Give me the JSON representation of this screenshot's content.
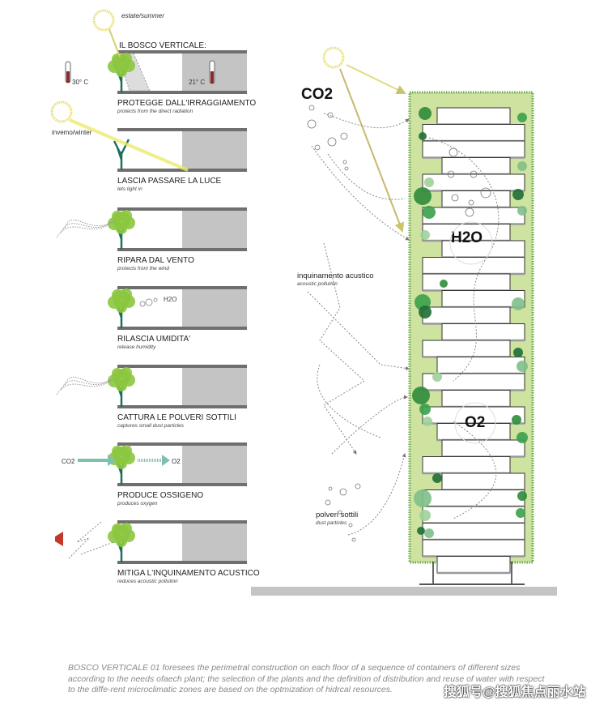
{
  "header": {
    "season_summer": "estate/summer",
    "title": "IL BOSCO VERTICALE:",
    "season_winter": "invemo/winter"
  },
  "temps": {
    "outside": "30° C",
    "inside": "21° C"
  },
  "panels": [
    {
      "title": "PROTEGGE DALL'IRRAGGIAMENTO",
      "subtitle": "protects from the direct radiation"
    },
    {
      "title": "LASCIA PASSARE LA LUCE",
      "subtitle": "lets light in"
    },
    {
      "title": "RIPARA  DAL VENTO",
      "subtitle": "protects from the wind"
    },
    {
      "title": "RILASCIA UMIDITA'",
      "subtitle": "release humidity",
      "tag": "H2O"
    },
    {
      "title": "CATTURA LE POLVERI SOTTILI",
      "subtitle": "captures small dust particles"
    },
    {
      "title": "PRODUCE OSSIGENO",
      "subtitle": "produces oxygen",
      "in": "CO2",
      "out": "O2"
    },
    {
      "title": "MITIGA L'INQUINAMENTO ACUSTICO",
      "subtitle": "reduces acoustic pollution"
    }
  ],
  "building": {
    "co2": "CO2",
    "h2o": "H2O",
    "o2": "O2",
    "acoustic": "inquinamento acustico",
    "acoustic_sub": "acoustic pollution",
    "dust": "polveri sottili",
    "dust_sub": "dust particles"
  },
  "caption": "BOSCO VERTICALE 01 foresees the perimetral construction on each floor of a sequence of containers of different sizes according to the needs ofaech plant;  the selection of the plants and the definition of distribution and reuse of water with respect to the diffe-rent microclimatic zones are based on the optmization of hidrcal resources.",
  "watermark": "搜狐号@搜狐焦点丽水站",
  "colors": {
    "leaf": "#8cc63f",
    "dark_leaf": "#2e8b3a",
    "trunk": "#1f6e5e",
    "gray": "#c4c4c4",
    "slab": "#6f6f6f",
    "sun": "#f2e96b",
    "green_bg": "#cfe3a0"
  }
}
